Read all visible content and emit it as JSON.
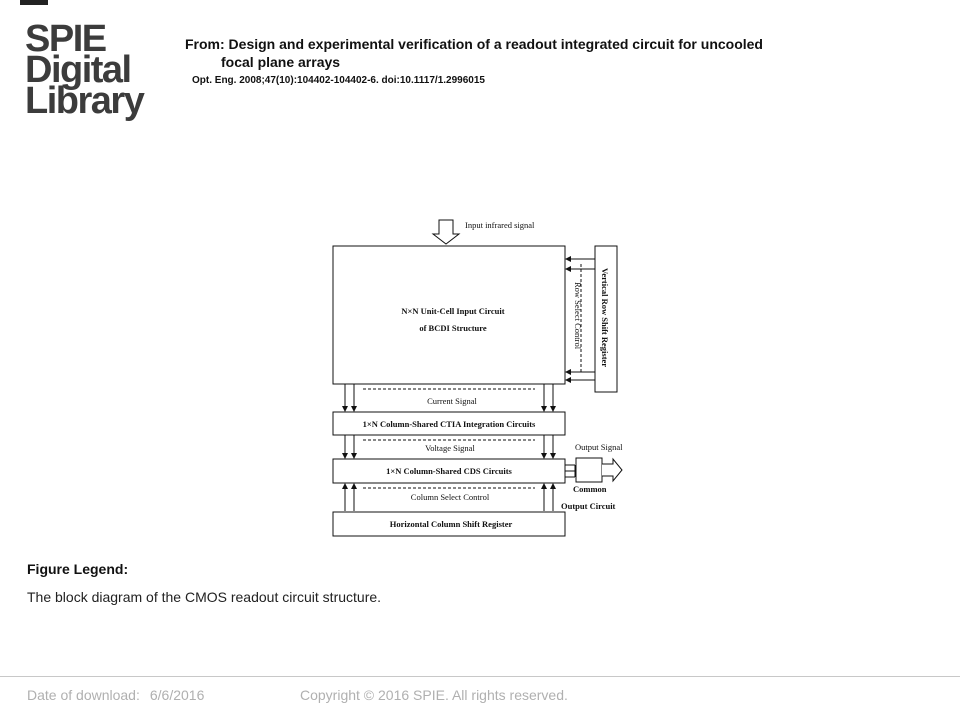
{
  "logo": {
    "line1": "SPIE",
    "line2": "Digital",
    "line3": "Library"
  },
  "header": {
    "from_line1": "From: Design and experimental verification of a readout integrated circuit for uncooled",
    "from_line2": "focal plane arrays",
    "citation": "Opt. Eng. 2008;47(10):104402-104402-6. doi:10.1117/1.2996015"
  },
  "diagram": {
    "input_label": "Input infrared signal",
    "main_block_line1": "N×N Unit-Cell Input Circuit",
    "main_block_line2": "of BCDI Structure",
    "row_select": "Row Select Control",
    "vertical_register": "Vertical Row Shift Register",
    "current_signal": "Current Signal",
    "ctia_block": "1×N Column-Shared CTIA Integration Circuits",
    "voltage_signal": "Voltage Signal",
    "cds_block": "1×N Column-Shared CDS Circuits",
    "column_select": "Column Select Control",
    "horizontal_register": "Horizontal Column Shift Register",
    "output_signal": "Output Signal",
    "common": "Common",
    "output_circuit": "Output Circuit"
  },
  "legend": {
    "heading": "Figure Legend:",
    "text": "The block diagram of the CMOS readout circuit structure."
  },
  "footer": {
    "date_label": "Date of download:",
    "date_value": "6/6/2016",
    "copyright": "Copyright © 2016 SPIE. All rights reserved."
  }
}
